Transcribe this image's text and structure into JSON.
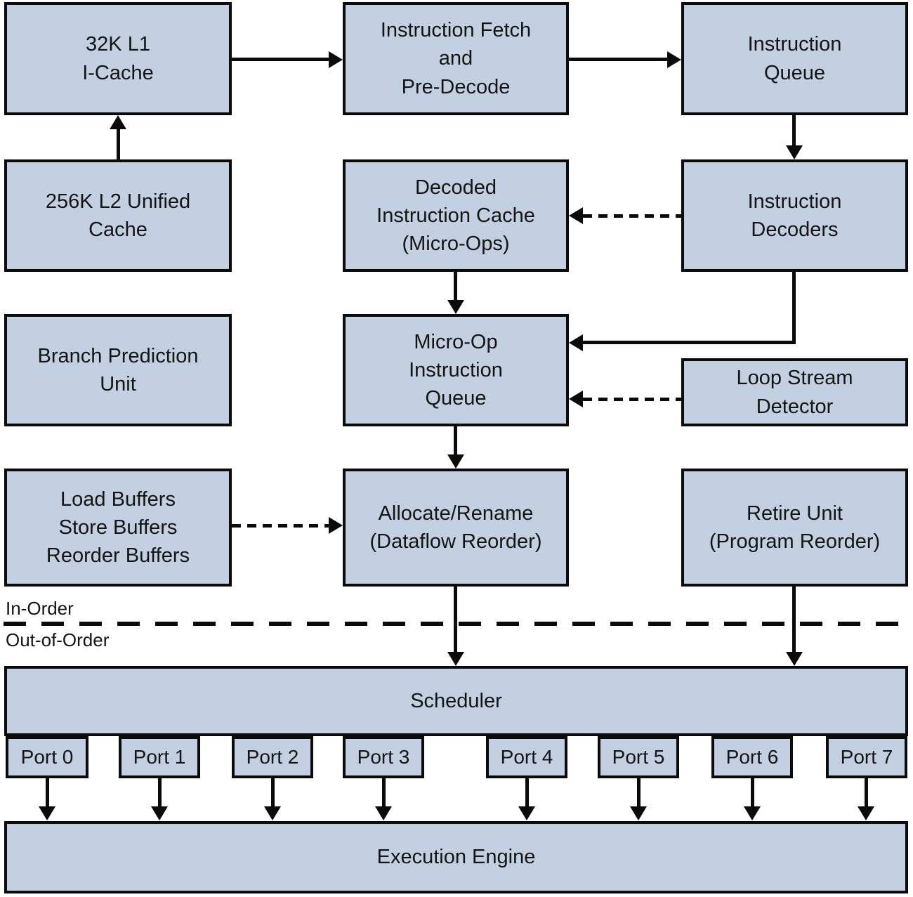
{
  "diagram": {
    "colors": {
      "background": "#ffffff",
      "box_fill": "#c3d0e1",
      "box_border": "#0b0b0b",
      "arrow": "#0b0b0b",
      "text": "#141414"
    },
    "nodes": {
      "l1_icache": "32K L1\nI-Cache",
      "inst_fetch": "Instruction Fetch\nand\nPre-Decode",
      "inst_queue": "Instruction\nQueue",
      "l2_cache": "256K L2 Unified\nCache",
      "decoded_icache": "Decoded\nInstruction Cache\n(Micro-Ops)",
      "inst_decoders": "Instruction\nDecoders",
      "branch_prediction": "Branch Prediction\nUnit",
      "micro_op_queue": "Micro-Op\nInstruction\nQueue",
      "loop_stream_detector": "Loop Stream\nDetector",
      "buffers": "Load Buffers\nStore Buffers\nReorder Buffers",
      "allocate_rename": "Allocate/Rename\n(Dataflow Reorder)",
      "retire_unit": "Retire Unit\n(Program Reorder)",
      "scheduler": "Scheduler",
      "execution_engine": "Execution Engine"
    },
    "ports": [
      {
        "label": "Port 0"
      },
      {
        "label": "Port 1"
      },
      {
        "label": "Port 2"
      },
      {
        "label": "Port 3"
      },
      {
        "label": "Port 4"
      },
      {
        "label": "Port 5"
      },
      {
        "label": "Port 6"
      },
      {
        "label": "Port 7"
      }
    ],
    "region_labels": {
      "in_order": "In-Order",
      "out_of_order": "Out-of-Order"
    },
    "edges": [
      {
        "from": "l2_cache",
        "to": "l1_icache",
        "style": "solid"
      },
      {
        "from": "l1_icache",
        "to": "inst_fetch",
        "style": "solid"
      },
      {
        "from": "inst_fetch",
        "to": "inst_queue",
        "style": "solid"
      },
      {
        "from": "inst_queue",
        "to": "inst_decoders",
        "style": "solid"
      },
      {
        "from": "inst_decoders",
        "to": "decoded_icache",
        "style": "dashed"
      },
      {
        "from": "decoded_icache",
        "to": "micro_op_queue",
        "style": "solid"
      },
      {
        "from": "inst_decoders",
        "to": "micro_op_queue",
        "style": "solid"
      },
      {
        "from": "loop_stream_detector",
        "to": "micro_op_queue",
        "style": "dashed"
      },
      {
        "from": "buffers",
        "to": "allocate_rename",
        "style": "dashed"
      },
      {
        "from": "micro_op_queue",
        "to": "allocate_rename",
        "style": "solid"
      },
      {
        "from": "allocate_rename",
        "to": "scheduler",
        "style": "solid"
      },
      {
        "from": "retire_unit",
        "to": "scheduler",
        "style": "solid"
      },
      {
        "from": "port_0",
        "to": "execution_engine",
        "style": "solid"
      },
      {
        "from": "port_1",
        "to": "execution_engine",
        "style": "solid"
      },
      {
        "from": "port_2",
        "to": "execution_engine",
        "style": "solid"
      },
      {
        "from": "port_3",
        "to": "execution_engine",
        "style": "solid"
      },
      {
        "from": "port_4",
        "to": "execution_engine",
        "style": "solid"
      },
      {
        "from": "port_5",
        "to": "execution_engine",
        "style": "solid"
      },
      {
        "from": "port_6",
        "to": "execution_engine",
        "style": "solid"
      },
      {
        "from": "port_7",
        "to": "execution_engine",
        "style": "solid"
      }
    ]
  }
}
